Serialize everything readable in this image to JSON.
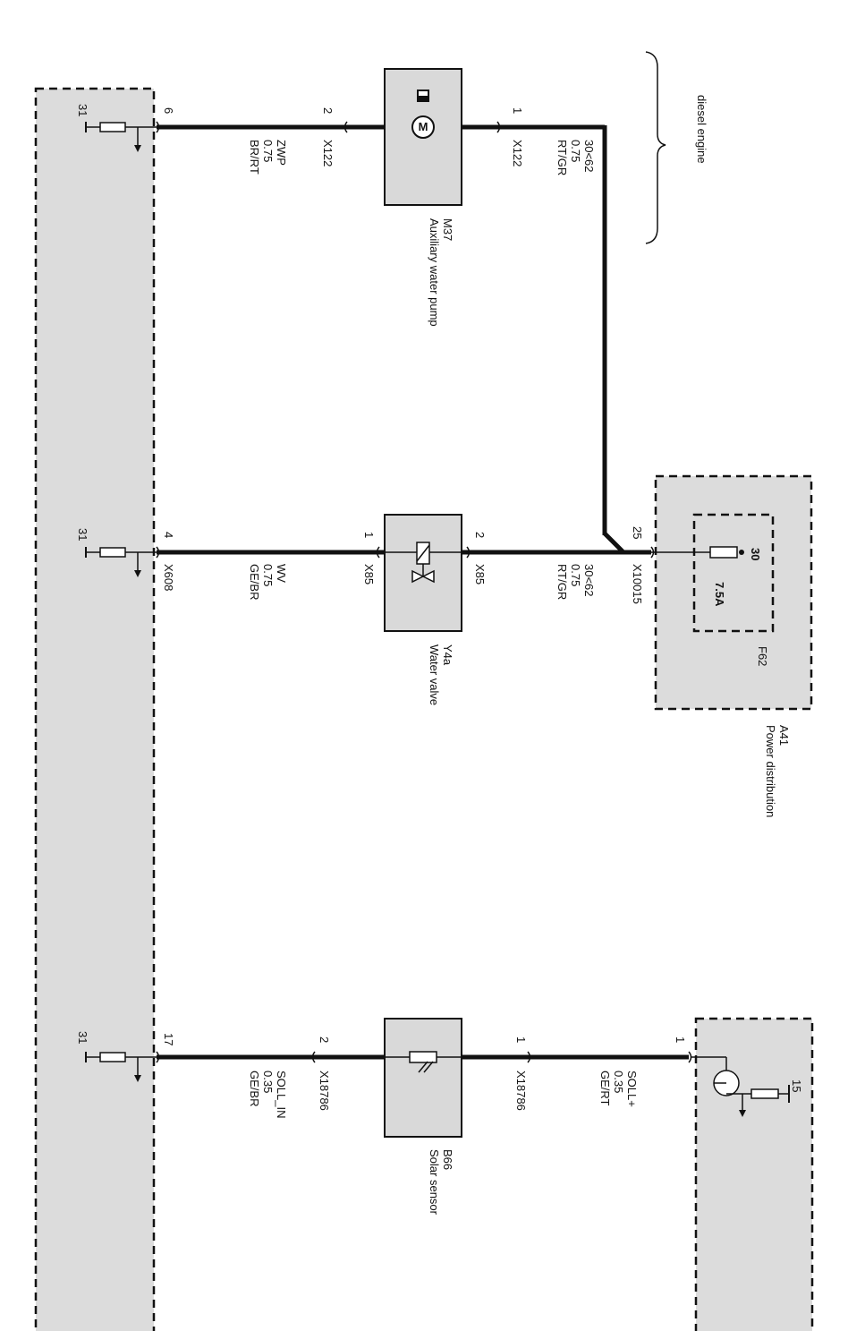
{
  "rotated_labels": {
    "diesel_engine": "diesel engine",
    "m37_id": "M37",
    "m37_name": "Auxiliary water pump",
    "y4a_id": "Y4a",
    "y4a_name": "Water valve",
    "b66_id": "B66",
    "b66_name": "Solar sensor",
    "a41_id": "A41",
    "a41_name": "Power distribution",
    "f62_id": "F62",
    "fuse_rating": "7.5A",
    "fuse_pin": "30",
    "conn_x10015": "X10015",
    "pin_25": "25",
    "pin_15": "15",
    "ctrl_pin_1": "1"
  },
  "row_top": {
    "gnd_pin": "31",
    "module_pin": "6",
    "pin_left": "2",
    "pin_right": "1",
    "conn_left": "X122",
    "conn_right": "X122",
    "wire_left": [
      "ZWP",
      "0.75",
      "BR/RT"
    ],
    "wire_right": [
      "30<62",
      "0.75",
      "RT/GR"
    ]
  },
  "row_mid": {
    "gnd_pin": "31",
    "module_pin": "4",
    "module_conn": "X608",
    "pin_left": "1",
    "pin_right": "2",
    "conn_left": "X85",
    "conn_right": "X85",
    "wire_left": [
      "WV",
      "0.75",
      "GE/BR"
    ],
    "wire_right": [
      "30<62",
      "0.75",
      "RT/GR"
    ]
  },
  "row_bot": {
    "gnd_pin": "31",
    "module_pin": "17",
    "pin_left": "2",
    "pin_right": "1",
    "conn_left": "X18786",
    "conn_right": "X18786",
    "wire_left": [
      "SOLL_IN",
      "0.35",
      "GE/BR"
    ],
    "wire_right": [
      "SOLL+",
      "0.35",
      "GE/RT"
    ]
  }
}
